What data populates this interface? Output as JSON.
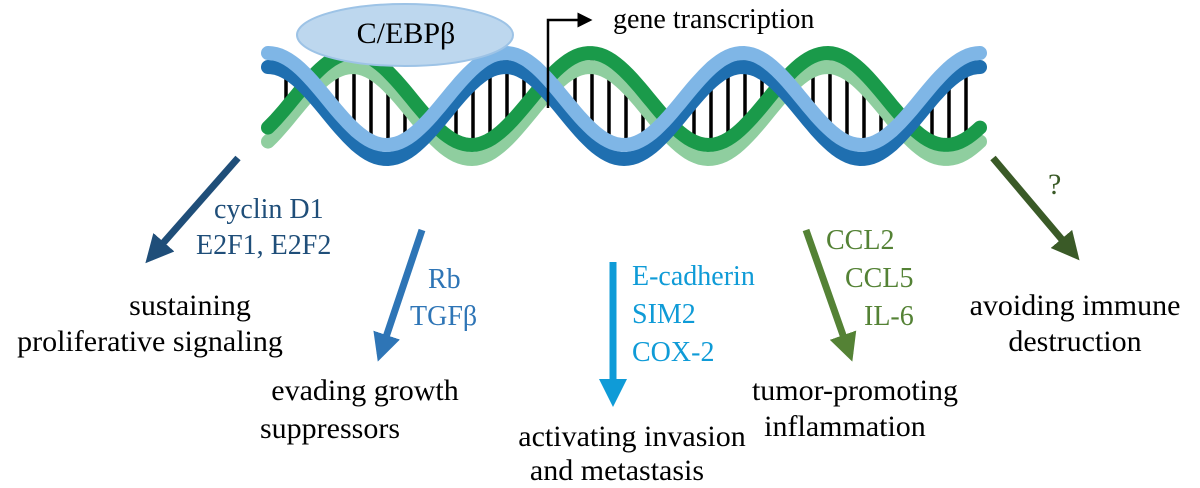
{
  "protein": "C/EBPβ",
  "transcription_label": "gene transcription",
  "colors": {
    "navy": "#1f4e79",
    "blue": "#2e75b6",
    "cyan": "#0f9bd7",
    "green": "#548235",
    "dark_green": "#3a5a27",
    "ellipse_fill": "#bdd7ee",
    "ellipse_stroke": "#9dc3e6",
    "strand_light_blue": "#7fb6e6",
    "strand_dark_blue": "#1f6fb0",
    "strand_green": "#1a9a4a",
    "strand_light_green": "#8fce9f"
  },
  "branches": [
    {
      "genes": [
        "cyclin D1",
        "E2F1, E2F2"
      ],
      "hallmark": [
        "sustaining",
        "proliferative signaling"
      ]
    },
    {
      "genes": [
        "Rb",
        "TGFβ"
      ],
      "hallmark": [
        "evading growth",
        "suppressors"
      ]
    },
    {
      "genes": [
        "E-cadherin",
        "SIM2",
        "COX-2"
      ],
      "hallmark": [
        "activating invasion",
        "and metastasis"
      ]
    },
    {
      "genes": [
        "CCL2",
        "CCL5",
        "IL-6"
      ],
      "hallmark": [
        "tumor-promoting",
        "inflammation"
      ]
    },
    {
      "genes": [
        "?"
      ],
      "hallmark": [
        "avoiding immune",
        "destruction"
      ]
    }
  ]
}
